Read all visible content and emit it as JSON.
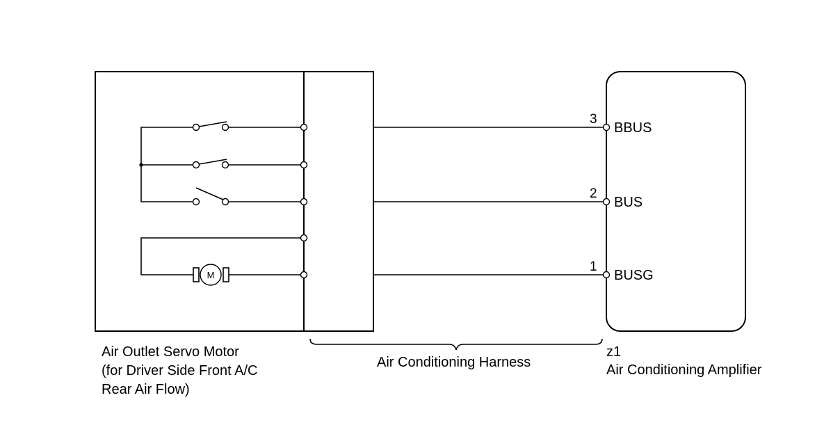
{
  "servo_motor": {
    "label_lines": [
      "Air Outlet Servo Motor",
      "(for Driver Side Front A/C",
      "Rear Air Flow)"
    ],
    "motor_symbol": "M"
  },
  "harness": {
    "label": "Air Conditioning Harness"
  },
  "amplifier": {
    "connector": "z1",
    "label": "Air Conditioning Amplifier",
    "pins": [
      {
        "number": "3",
        "name": "BBUS"
      },
      {
        "number": "2",
        "name": "BUS"
      },
      {
        "number": "1",
        "name": "BUSG"
      }
    ]
  }
}
